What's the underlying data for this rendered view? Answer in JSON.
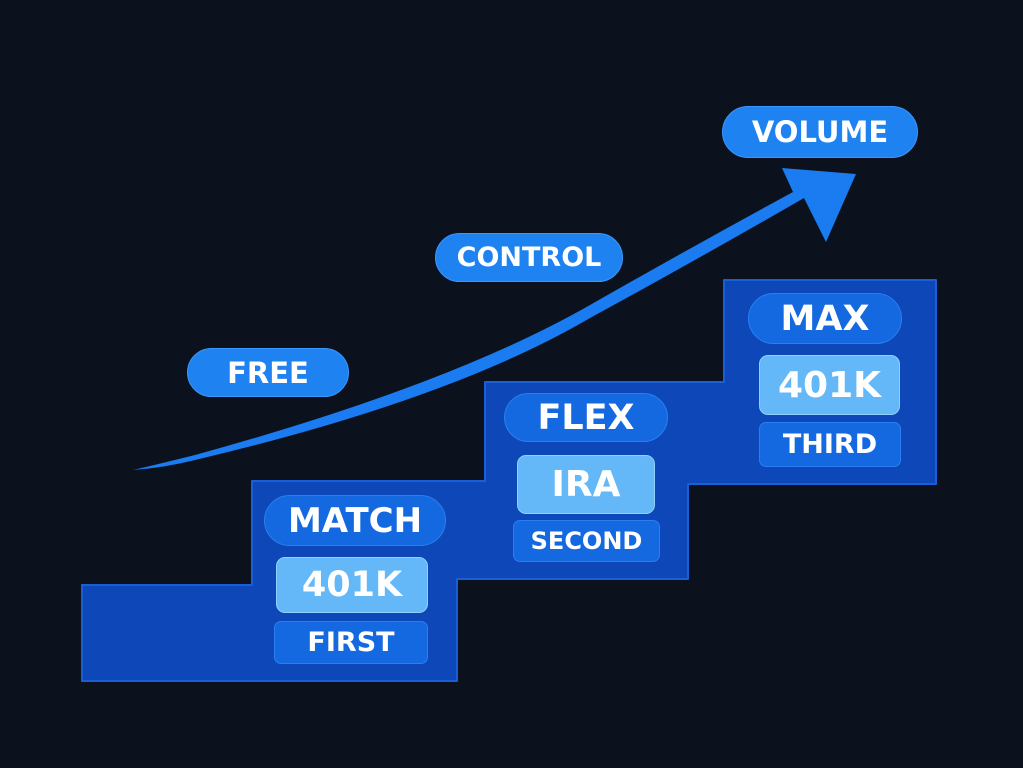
{
  "labels": {
    "free": "FREE",
    "control": "CONTROL",
    "volume": "VOLUME"
  },
  "steps": [
    {
      "heading": "MATCH",
      "account": "401K",
      "order": "FIRST"
    },
    {
      "heading": "FLEX",
      "account": "IRA",
      "order": "SECOND"
    },
    {
      "heading": "MAX",
      "account": "401K",
      "order": "THIRD"
    }
  ],
  "colors": {
    "background": "#0b121d",
    "staircase": "#0d47b8",
    "staircase_edge": "#1a5fd6",
    "arrow": "#1a7cf0",
    "pill_blue": "#1569e0",
    "pill_light": "#64b8f7"
  }
}
